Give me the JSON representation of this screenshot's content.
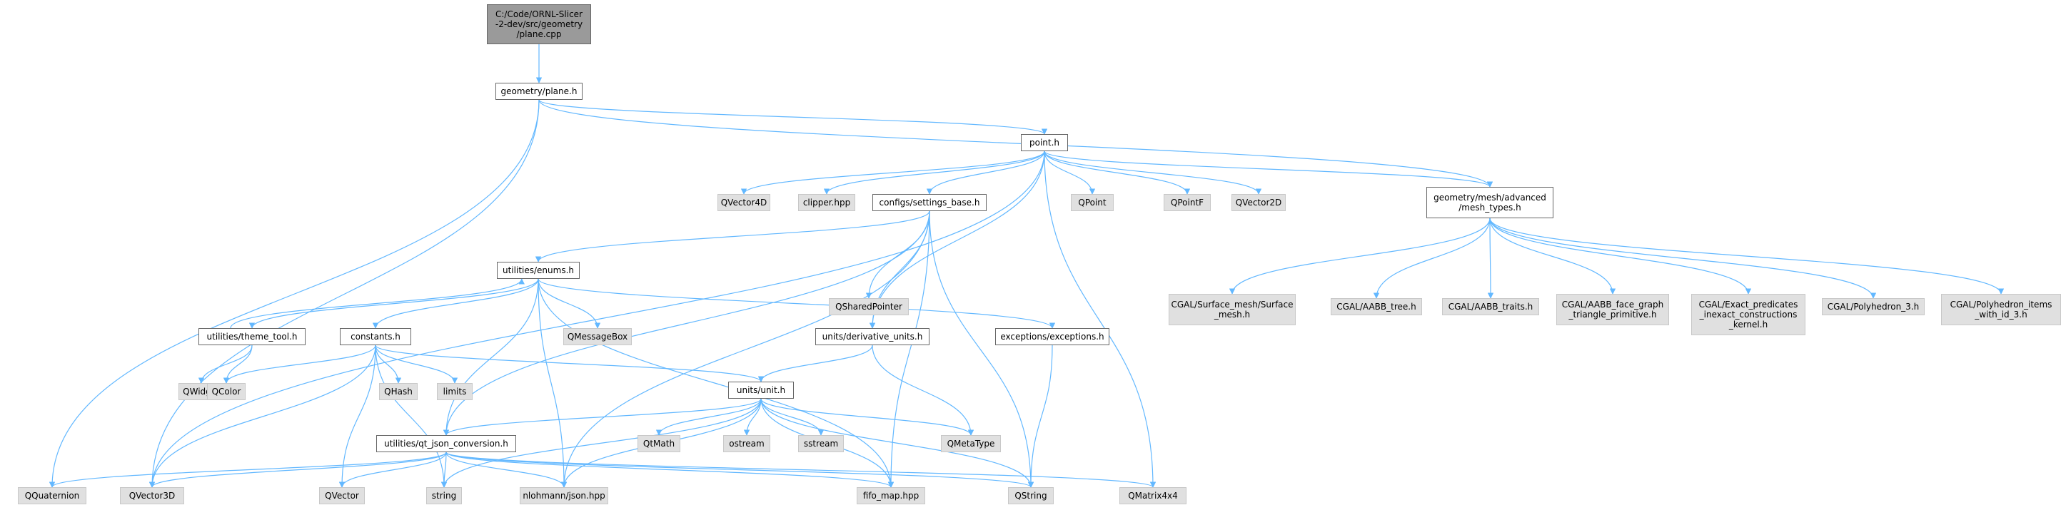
{
  "colors": {
    "edge": "#63b8ff",
    "root_fill": "#9a9a9a",
    "local_fill": "#ffffff",
    "local_border": "#666666",
    "external_fill": "#e0e0e0",
    "external_border": "#c8c8c8"
  },
  "nodes": [
    {
      "id": "root",
      "kind": "root",
      "label": "C:/Code/ORNL-Slicer\n-2-dev/src/geometry\n/plane.cpp"
    },
    {
      "id": "plane_h",
      "kind": "local",
      "label": "geometry/plane.h"
    },
    {
      "id": "point_h",
      "kind": "local",
      "label": "point.h"
    },
    {
      "id": "mesh_types_h",
      "kind": "local",
      "label": "geometry/mesh/advanced\n/mesh_types.h"
    },
    {
      "id": "settings_base_h",
      "kind": "local",
      "label": "configs/settings_base.h"
    },
    {
      "id": "enums_h",
      "kind": "local",
      "label": "utilities/enums.h"
    },
    {
      "id": "theme_tool_h",
      "kind": "local",
      "label": "utilities/theme_tool.h"
    },
    {
      "id": "constants_h",
      "kind": "local",
      "label": "constants.h"
    },
    {
      "id": "derivative_units_h",
      "kind": "local",
      "label": "units/derivative_units.h"
    },
    {
      "id": "exceptions_h",
      "kind": "local",
      "label": "exceptions/exceptions.h"
    },
    {
      "id": "unit_h",
      "kind": "local",
      "label": "units/unit.h"
    },
    {
      "id": "qt_json_h",
      "kind": "local",
      "label": "utilities/qt_json_conversion.h"
    },
    {
      "id": "QVector4D",
      "kind": "external",
      "label": "QVector4D"
    },
    {
      "id": "clipper",
      "kind": "external",
      "label": "clipper.hpp"
    },
    {
      "id": "QPoint",
      "kind": "external",
      "label": "QPoint"
    },
    {
      "id": "QPointF",
      "kind": "external",
      "label": "QPointF"
    },
    {
      "id": "QVector2D",
      "kind": "external",
      "label": "QVector2D"
    },
    {
      "id": "QSharedPointer",
      "kind": "external",
      "label": "QSharedPointer"
    },
    {
      "id": "QMessageBox",
      "kind": "external",
      "label": "QMessageBox"
    },
    {
      "id": "QWidget",
      "kind": "external",
      "label": "QWidget"
    },
    {
      "id": "QColor",
      "kind": "external",
      "label": "QColor"
    },
    {
      "id": "QHash",
      "kind": "external",
      "label": "QHash"
    },
    {
      "id": "limits",
      "kind": "external",
      "label": "limits"
    },
    {
      "id": "QtMath",
      "kind": "external",
      "label": "QtMath"
    },
    {
      "id": "ostream",
      "kind": "external",
      "label": "ostream"
    },
    {
      "id": "sstream",
      "kind": "external",
      "label": "sstream"
    },
    {
      "id": "QMetaType",
      "kind": "external",
      "label": "QMetaType"
    },
    {
      "id": "QQuaternion",
      "kind": "external",
      "label": "QQuaternion"
    },
    {
      "id": "QVector3D",
      "kind": "external",
      "label": "QVector3D"
    },
    {
      "id": "QVector",
      "kind": "external",
      "label": "QVector"
    },
    {
      "id": "string",
      "kind": "external",
      "label": "string"
    },
    {
      "id": "json_hpp",
      "kind": "external",
      "label": "nlohmann/json.hpp"
    },
    {
      "id": "fifo_map",
      "kind": "external",
      "label": "fifo_map.hpp"
    },
    {
      "id": "QString",
      "kind": "external",
      "label": "QString"
    },
    {
      "id": "QMatrix4x4",
      "kind": "external",
      "label": "QMatrix4x4"
    },
    {
      "id": "cgal_surface_mesh",
      "kind": "external",
      "label": "CGAL/Surface_mesh/Surface\n_mesh.h"
    },
    {
      "id": "cgal_aabb_tree",
      "kind": "external",
      "label": "CGAL/AABB_tree.h"
    },
    {
      "id": "cgal_aabb_traits",
      "kind": "external",
      "label": "CGAL/AABB_traits.h"
    },
    {
      "id": "cgal_aabb_face",
      "kind": "external",
      "label": "CGAL/AABB_face_graph\n_triangle_primitive.h"
    },
    {
      "id": "cgal_exact",
      "kind": "external",
      "label": "CGAL/Exact_predicates\n_inexact_constructions\n_kernel.h"
    },
    {
      "id": "cgal_polyhedron",
      "kind": "external",
      "label": "CGAL/Polyhedron_3.h"
    },
    {
      "id": "cgal_polyhedron_items",
      "kind": "external",
      "label": "CGAL/Polyhedron_items\n_with_id_3.h"
    }
  ],
  "edges": [
    [
      "root",
      "plane_h"
    ],
    [
      "plane_h",
      "point_h"
    ],
    [
      "plane_h",
      "mesh_types_h"
    ],
    [
      "plane_h",
      "QQuaternion"
    ],
    [
      "plane_h",
      "QVector3D"
    ],
    [
      "point_h",
      "QVector4D"
    ],
    [
      "point_h",
      "clipper"
    ],
    [
      "point_h",
      "settings_base_h"
    ],
    [
      "point_h",
      "QPoint"
    ],
    [
      "point_h",
      "QPointF"
    ],
    [
      "point_h",
      "QVector2D"
    ],
    [
      "point_h",
      "mesh_types_h"
    ],
    [
      "point_h",
      "derivative_units_h"
    ],
    [
      "point_h",
      "QMatrix4x4"
    ],
    [
      "point_h",
      "QVector3D"
    ],
    [
      "mesh_types_h",
      "cgal_surface_mesh"
    ],
    [
      "mesh_types_h",
      "cgal_aabb_tree"
    ],
    [
      "mesh_types_h",
      "cgal_aabb_traits"
    ],
    [
      "mesh_types_h",
      "cgal_aabb_face"
    ],
    [
      "mesh_types_h",
      "cgal_exact"
    ],
    [
      "mesh_types_h",
      "cgal_polyhedron"
    ],
    [
      "mesh_types_h",
      "cgal_polyhedron_items"
    ],
    [
      "settings_base_h",
      "enums_h"
    ],
    [
      "settings_base_h",
      "QSharedPointer"
    ],
    [
      "settings_base_h",
      "derivative_units_h"
    ],
    [
      "settings_base_h",
      "json_hpp"
    ],
    [
      "settings_base_h",
      "fifo_map"
    ],
    [
      "settings_base_h",
      "QString"
    ],
    [
      "settings_base_h",
      "qt_json_h"
    ],
    [
      "enums_h",
      "theme_tool_h"
    ],
    [
      "enums_h",
      "constants_h"
    ],
    [
      "enums_h",
      "QMessageBox"
    ],
    [
      "enums_h",
      "exceptions_h"
    ],
    [
      "enums_h",
      "qt_json_h"
    ],
    [
      "enums_h",
      "json_hpp"
    ],
    [
      "enums_h",
      "fifo_map"
    ],
    [
      "theme_tool_h",
      "enums_h"
    ],
    [
      "theme_tool_h",
      "QWidget"
    ],
    [
      "theme_tool_h",
      "QColor"
    ],
    [
      "constants_h",
      "QColor"
    ],
    [
      "constants_h",
      "QHash"
    ],
    [
      "constants_h",
      "limits"
    ],
    [
      "constants_h",
      "unit_h"
    ],
    [
      "constants_h",
      "QVector3D"
    ],
    [
      "constants_h",
      "QVector"
    ],
    [
      "constants_h",
      "string"
    ],
    [
      "derivative_units_h",
      "unit_h"
    ],
    [
      "derivative_units_h",
      "QMetaType"
    ],
    [
      "exceptions_h",
      "QString"
    ],
    [
      "unit_h",
      "qt_json_h"
    ],
    [
      "unit_h",
      "QtMath"
    ],
    [
      "unit_h",
      "ostream"
    ],
    [
      "unit_h",
      "sstream"
    ],
    [
      "unit_h",
      "QMetaType"
    ],
    [
      "unit_h",
      "string"
    ],
    [
      "unit_h",
      "json_hpp"
    ],
    [
      "unit_h",
      "fifo_map"
    ],
    [
      "unit_h",
      "QString"
    ],
    [
      "qt_json_h",
      "QQuaternion"
    ],
    [
      "qt_json_h",
      "QVector3D"
    ],
    [
      "qt_json_h",
      "QVector"
    ],
    [
      "qt_json_h",
      "string"
    ],
    [
      "qt_json_h",
      "json_hpp"
    ],
    [
      "qt_json_h",
      "fifo_map"
    ],
    [
      "qt_json_h",
      "QString"
    ],
    [
      "qt_json_h",
      "QMatrix4x4"
    ]
  ]
}
